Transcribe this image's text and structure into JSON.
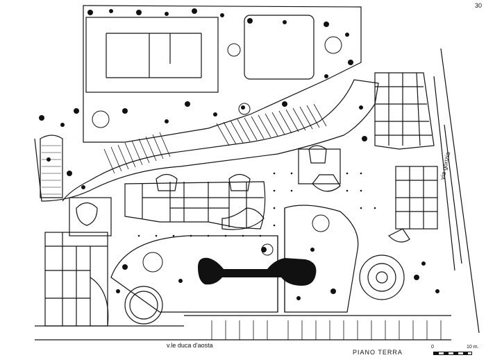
{
  "page_number": "30",
  "title": "PIANO TERRA",
  "street_west": "v.le duca d'aosta",
  "street_east": "via gorizia",
  "scale": {
    "start": "0",
    "end": "10 m."
  }
}
